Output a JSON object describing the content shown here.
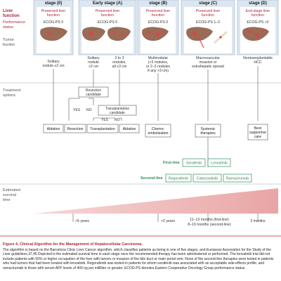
{
  "stages": [
    {
      "header": "stage (0)",
      "function": "Preserved liver function",
      "ps": "ECOG-PS 0"
    },
    {
      "header": "Early stage (A)",
      "function": "Preserved liver function",
      "ps": "ECOG-PS 0"
    },
    {
      "header": "stage (B)",
      "function": "Preserved liver function",
      "ps": "ECOG-PS 0"
    },
    {
      "header": "stage (C)",
      "function": "Preserved liver function",
      "ps": "ECOG-PS 1–2"
    },
    {
      "header": "stage (D)",
      "function": "End-stage liver function",
      "ps": "ECOG-PS >2"
    }
  ],
  "row_labels": {
    "liver_line1": "Liver",
    "liver_line2": "function",
    "perf_line1": "Performance",
    "perf_line2": "status",
    "tumor_line1": "Tumor",
    "tumor_line2": "burden",
    "treat_line1": "Treatment",
    "treat_line2": "options",
    "surv_line1": "Estimated",
    "surv_line2": "survival",
    "surv_line3": "time"
  },
  "tumor": {
    "s0": [
      "Solitary",
      "nodule ≤2 cm"
    ],
    "a1": [
      "Solitary",
      "nodule",
      ">2 cm"
    ],
    "a2": [
      "2 to 3",
      "nodules,",
      "all ≤3 cm"
    ],
    "b": [
      "Multinodular",
      "(>3 nodules,",
      "or 2–3 nodules",
      "if any >3 cm)"
    ],
    "c": [
      "Macrovascular",
      "invasion or",
      "extrahepatic spread"
    ],
    "d": [
      "Nontransplantable",
      "HCC"
    ]
  },
  "decisions": {
    "resection_candidate": [
      "Resection",
      "candidate"
    ],
    "transplantation_candidate": [
      "Transplantation",
      "candidate"
    ],
    "yes": "YES",
    "no": "NO"
  },
  "treatments": {
    "ablation": "Ablation",
    "resection": "Resection",
    "transplantation": "Transplantation",
    "ablation2": "Ablation",
    "chemo": [
      "Chemo-",
      "embolization"
    ],
    "systemic": [
      "Systemic",
      "therapies"
    ],
    "best": [
      "Best",
      "supportive",
      "care"
    ]
  },
  "first_line": {
    "label": "First-line",
    "drugs": [
      "Sorafenib",
      "Lenvatinib"
    ]
  },
  "second_line": {
    "label": "Second-line",
    "drugs": [
      "Regorafenib",
      "Cabozantinib",
      "Ramucirumab"
    ]
  },
  "survival": {
    "s0a": ">5 years",
    "b": ">2 years",
    "c1": "11–13 months (first-line)",
    "c2": "8–10 months (second-line)",
    "d": "3 months"
  },
  "caption": {
    "title": "Figure 4. Clinical Algorithm for the Management of Hepatocellular Carcinoma.",
    "body": "The algorithm is based on the Barcelona Clinic Liver Cancer algorithm, which classifies patients as being in one of five stages, and European Association for the Study of the Liver guidelines.37,45 Depicted is the estimated survival time in each stage once the recommended therapy has been administered or performed. The lenvatinib trial did not include patients with 50% or higher occupation of the liver with tumors or invasion of the bile duct or main portal vein. None of the second-line therapies were tested in patients who had tumors that had been treated with lenvatinib. Regorafenib was tested in patients for whom sorafenib was associated with an acceptable side-effects profile, and ramucirumab in those with serum AFP levels of 400 ng per milliliter or greater. ECOG-PS denotes Eastern Cooperative Oncology Group performance status."
  },
  "colors": {
    "header_bg": "#dce6f0",
    "liver_fill": "#9a6b57",
    "lesion": "#d34a4a",
    "accent_red": "#c0392b",
    "row_label": "#2c5f8a",
    "green": "#2e8b57",
    "band": "#f4c5c5"
  }
}
